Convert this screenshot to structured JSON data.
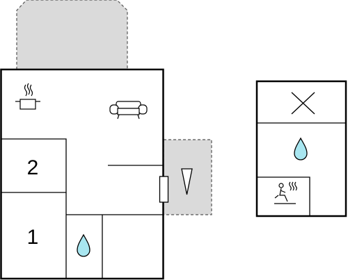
{
  "floorplan": {
    "colors": {
      "wall": "#000000",
      "outdoor_area": "#dadada",
      "outdoor_outline": "#555555",
      "water_drop": "#a8e6f0",
      "background": "#ffffff"
    },
    "main_building": {
      "rooms": [
        {
          "id": "bedroom-2",
          "number": "2"
        },
        {
          "id": "bedroom-1",
          "number": "1"
        }
      ],
      "icons": [
        "cooking-pot-icon",
        "sofa-icon",
        "shower-drop-icon",
        "entrance-door-icon",
        "entrance-arrow-icon"
      ]
    },
    "annex_building": {
      "icons": [
        "cross-icon",
        "shower-drop-icon",
        "sauna-icon"
      ]
    },
    "outdoor_areas": [
      "terrace-top",
      "terrace-right"
    ]
  }
}
